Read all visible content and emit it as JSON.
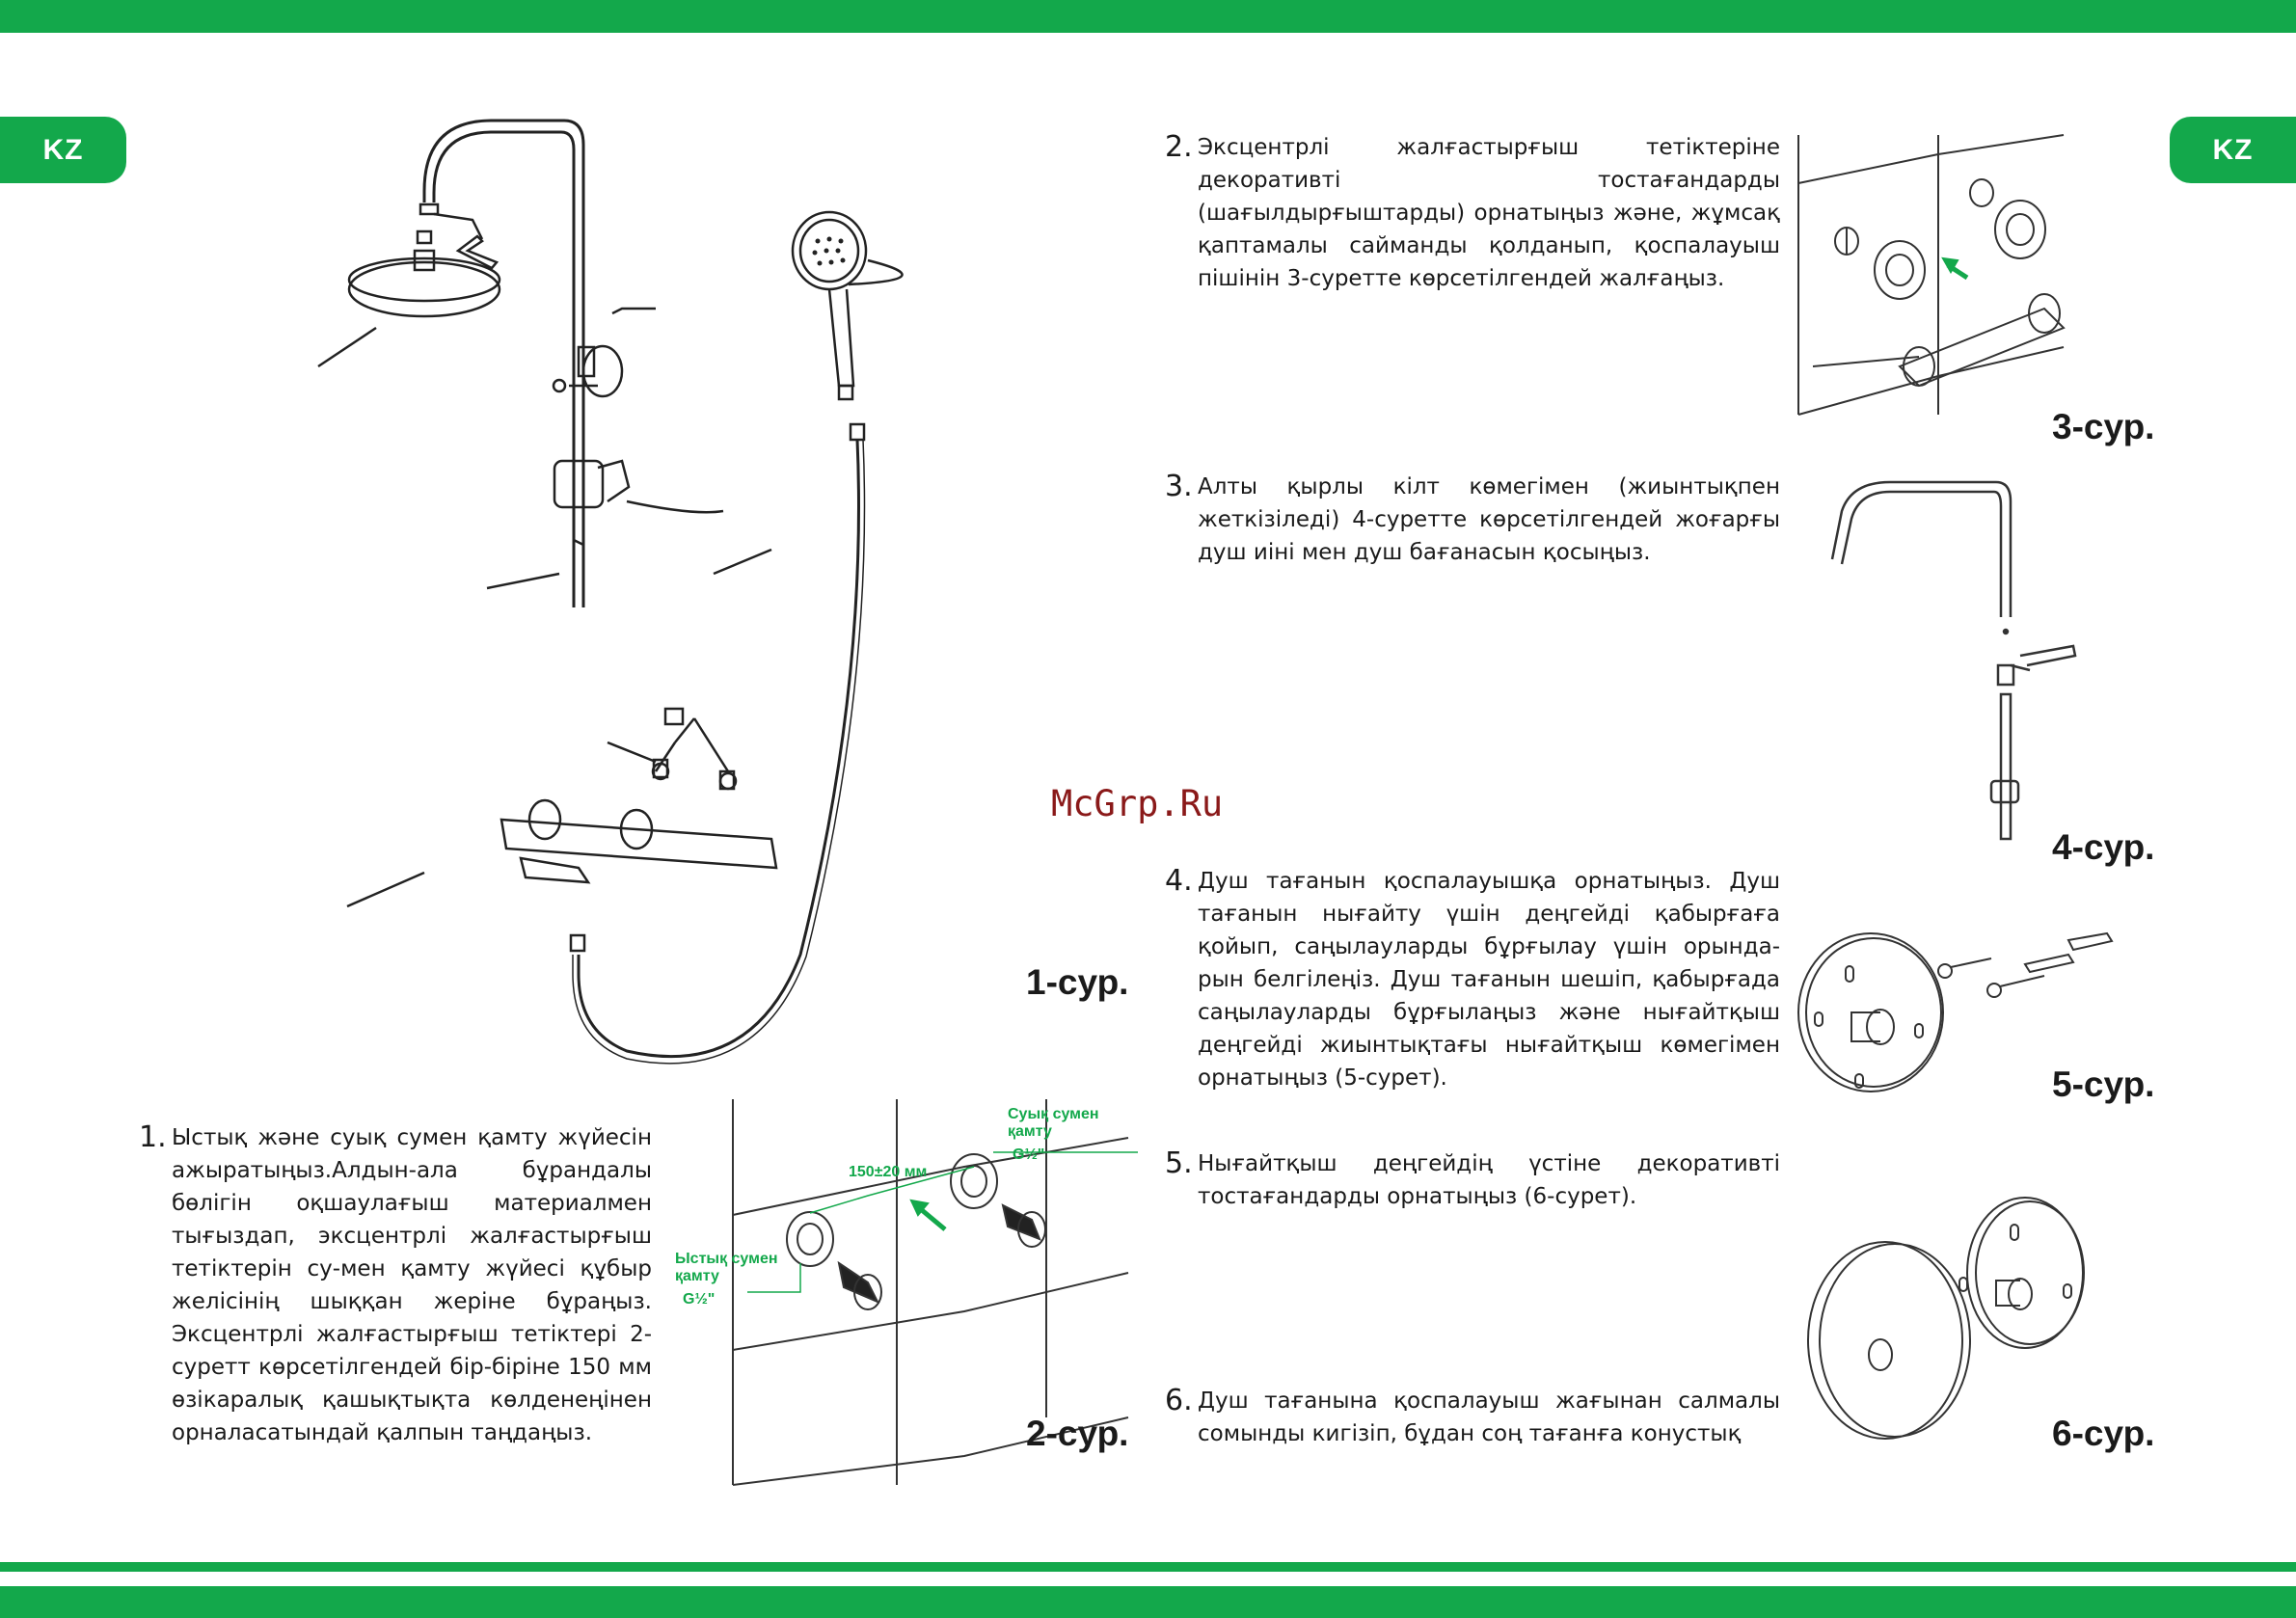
{
  "page": {
    "lang_tab_left": "KZ",
    "lang_tab_right": "KZ",
    "watermark": "McGrp.Ru"
  },
  "colors": {
    "brand_green": "#13a84b",
    "line": "#222222"
  },
  "figures": {
    "fig1": {
      "caption": "1-сур."
    },
    "fig2": {
      "caption": "2-сур.",
      "hot_label_line1": "Ыстық сумен",
      "hot_label_line2": "қамту",
      "hot_size": "G½\"",
      "cold_label_line1": "Суық сумен",
      "cold_label_line2": "қамту",
      "cold_size": "G½\"",
      "spacing": "150±20 мм"
    },
    "fig3": {
      "caption": "3-сур."
    },
    "fig4": {
      "caption": "4-сур."
    },
    "fig5": {
      "caption": "5-сур."
    },
    "fig6": {
      "caption": "6-сур."
    }
  },
  "steps": [
    {
      "num": "1.",
      "text": "Ыстық және суық сумен қамту жүйесін ажыратыңыз.Алдын-ала бұрандалы бөлігін оқшаулағыш материалмен тығыздап, эксцентрлі жалғастырғыш тетіктерін су-мен қамту жүйесі құбыр желісінің шыққан жеріне бұраңыз. Эксцентрлі жалғастырғыш тетіктері 2-суретт көрсетілгендей бір-біріне 150 мм өзікаралық қашықтықта көлденеңінен орналасатындай қалпын таңдаңыз."
    },
    {
      "num": "2.",
      "text": "Эксцентрлі жалғастырғыш тетіктеріне декоративті тостағандарды (шағылдырғыштарды) орнатыңыз және, жұмсақ қаптамалы сайманды қолданып, қоспалауыш пішінін 3-суретте көрсетілгендей жалғаңыз."
    },
    {
      "num": "3.",
      "text": "Алты қырлы кілт көмегімен (жиынтықпен жеткізіледі) 4-суретте көрсетілгендей жоғарғы душ иіні мен душ бағанасын қосыңыз."
    },
    {
      "num": "4.",
      "text": "Душ тағанын қоспалауышқа орнатыңыз. Душ тағанын нығайту үшін деңгейді қабырғаға қойып, саңылауларды бұрғылау үшін орында-рын белгілеңіз. Душ тағанын шешіп, қабырғада саңылауларды бұрғылаңыз және нығайтқыш деңгейді жиынтықтағы нығайтқыш көмегімен орнатыңыз (5-сурет)."
    },
    {
      "num": "5.",
      "text": "Нығайтқыш деңгейдің үстіне декоративті тостағандарды орнатыңыз (6-сурет)."
    },
    {
      "num": "6.",
      "text": "Душ тағанына қоспалауыш жағынан салмалы сомынды кигізіп, бұдан соң тағанға конустық"
    }
  ]
}
